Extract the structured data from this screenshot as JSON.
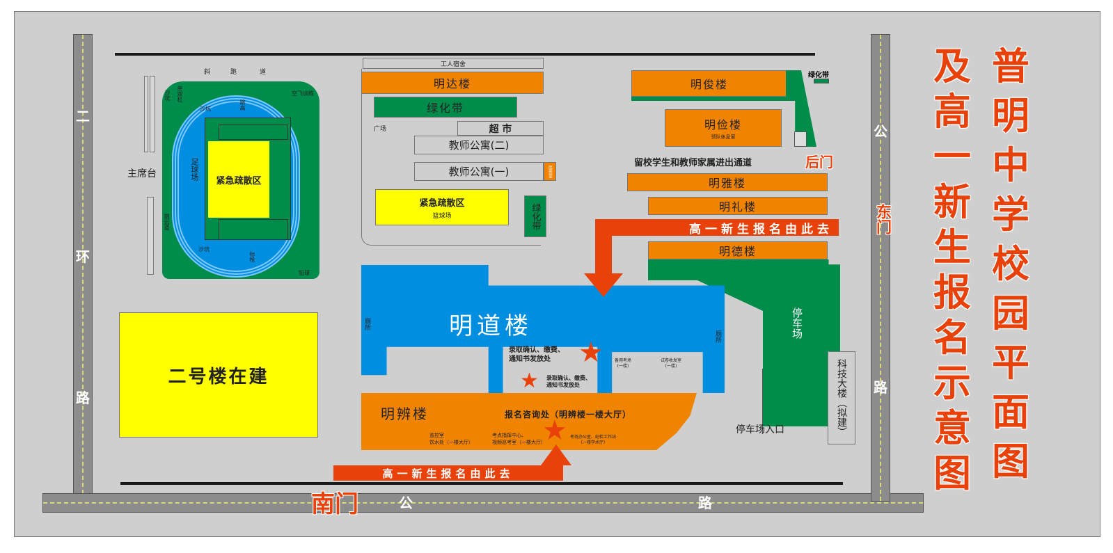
{
  "title": {
    "col_right": [
      "普",
      "明",
      "中",
      "学",
      "校",
      "园",
      "平",
      "面",
      "图"
    ],
    "col_left": [
      "及",
      "高",
      "一",
      "新",
      "生",
      "报",
      "名",
      "示",
      "意",
      "图"
    ],
    "full": "普明中学校园平面图及高一新生报名示意图"
  },
  "colors": {
    "background": "#cfcfcf",
    "road": "#8c8c8c",
    "building_orange": "#f08300",
    "greenery": "#008c4a",
    "evacuation_yellow": "#ffff00",
    "main_building_blue": "#008ee0",
    "accent_red": "#e8410a"
  },
  "roads": {
    "west": [
      "二",
      "环",
      "路"
    ],
    "east": [
      "公",
      "路"
    ],
    "south": [
      "公",
      "路"
    ]
  },
  "gates": {
    "south": "南门",
    "east": "东门",
    "back": "后门"
  },
  "sports_field": {
    "top_label": [
      "斜",
      "跑",
      "道"
    ],
    "main_stand": "主席台",
    "football": "足球场",
    "evacuation": "紧急疏散区",
    "sandpit_1": "沙坑",
    "sandpit_2": "沙坑",
    "sandpit_3": "沙坑",
    "high_jump": "跳高",
    "javelin": "标枪",
    "shot_put": "铅球",
    "air_training": "空飞训练",
    "pull_up": "单双杠",
    "long_jump": "跳远道"
  },
  "building2": "二号楼在建",
  "north_cluster": {
    "workers_dorm": "工人宿舍",
    "mingda": "明达楼",
    "greenbelt": "绿化带",
    "plaza": "广场",
    "supermarket": "超 市",
    "teacher_apt_2": "教师公寓(二)",
    "teacher_apt_1": "教师公寓(一)",
    "clinic": "医务室",
    "court_evac": "紧急疏散区",
    "basketball": "篮球场",
    "greenbelt_v": "绿化带"
  },
  "east_cluster": {
    "mingjun": "明俊楼",
    "mingjian": "明俭楼",
    "mingjian_sub": "领队休息室",
    "greenbelt_legend": "绿化带",
    "passage": "留校学生和教师家属进出通道",
    "mingya": "明雅楼",
    "mingli": "明礼楼",
    "mingde": "明德楼",
    "parking": "停车场",
    "parking_entrance": "停车场入口",
    "tech_building": "科技大楼（拟建）"
  },
  "main_building": {
    "mingdao": "明道楼",
    "toilet_left": "厕所",
    "toilet_right": "厕所",
    "confirm_1": [
      "录取确认、缴费、",
      "通知书发放处"
    ],
    "confirm_2": [
      "录取确认、缴费、",
      "通知书发放处"
    ],
    "backup_exam": [
      "备用考场",
      "(一楼)"
    ],
    "paper_room": [
      "试卷收发室",
      "(一楼)"
    ]
  },
  "mingbian": {
    "name": "明辨楼",
    "consult": "报名咨询处（明辨楼一楼大厅）",
    "monitor": [
      "监控室",
      "饮水处（一楼大厅）"
    ],
    "command": [
      "考点指挥中心、",
      "视频巡考室（一楼大厅）"
    ],
    "affairs": [
      "考务办公室、纪检工作站",
      "（一楼学术厅）"
    ]
  },
  "directions": {
    "south_arrow": "高一新生报名由此去",
    "east_arrow": "高一新生报名由此去"
  }
}
